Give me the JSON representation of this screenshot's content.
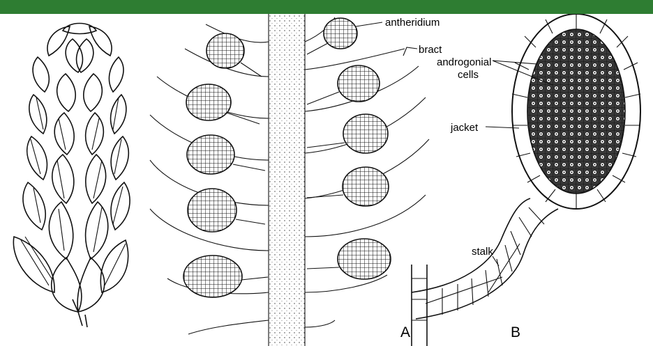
{
  "labels": {
    "antheridium": "antheridium",
    "bract": "bract",
    "androgonial_line1": "androgonial",
    "androgonial_line2": "cells",
    "jacket": "jacket",
    "stalk": "stalk",
    "panel_a": "A",
    "panel_b": "B"
  },
  "colors": {
    "top_bar": "#2e7d32",
    "ink": "#111111",
    "background": "#ffffff"
  }
}
